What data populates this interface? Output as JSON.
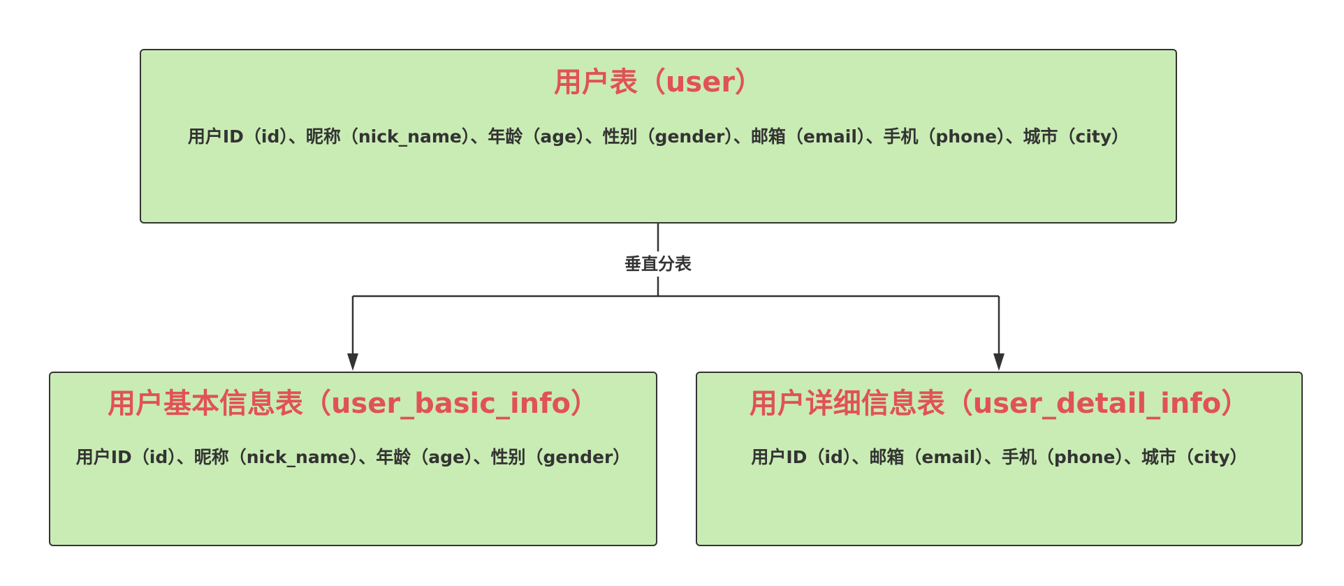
{
  "diagram": {
    "colors": {
      "box_fill": "#c9ecb4",
      "box_border": "#333333",
      "title_color": "#e05257",
      "text_color": "#333333"
    },
    "source_table": {
      "title": "用户表（user）",
      "fields": "用户ID（id）、昵称（nick_name）、年龄（age）、性别（gender）、邮箱（email）、手机（phone）、城市（city）"
    },
    "edge_label": "垂直分表",
    "target_tables": [
      {
        "title": "用户基本信息表（user_basic_info）",
        "fields": "用户ID（id）、昵称（nick_name）、年龄（age）、性别（gender）"
      },
      {
        "title": "用户详细信息表（user_detail_info）",
        "fields": "用户ID（id）、邮箱（email）、手机（phone）、城市（city）"
      }
    ]
  }
}
